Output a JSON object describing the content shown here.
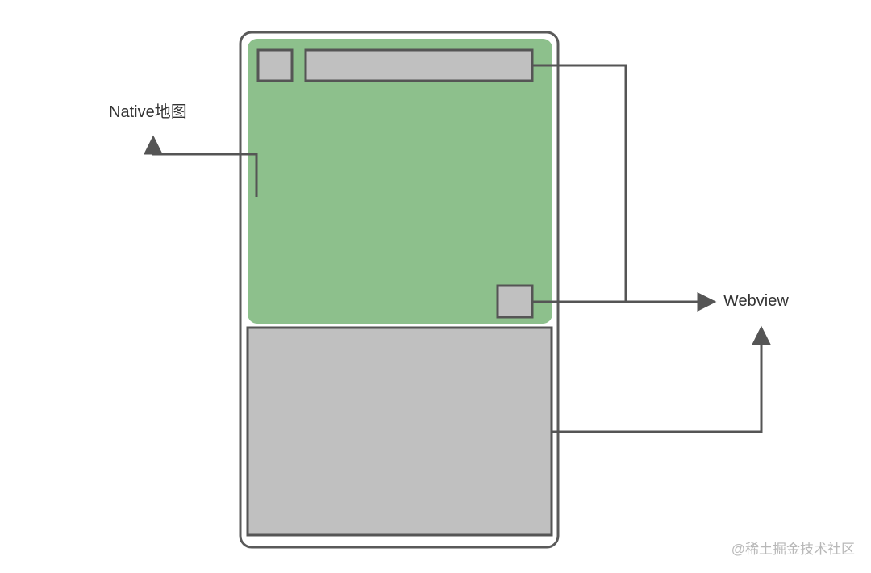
{
  "labels": {
    "native_map": "Native地图",
    "webview": "Webview"
  },
  "watermark": "@稀土掘金技术社区",
  "colors": {
    "outline": "#555555",
    "phone_border": "#5a5a5a",
    "map_fill": "#8dc08c",
    "webview_block_fill": "#c0c0c0",
    "label_text": "#333333",
    "watermark_text": "#b8b8b8"
  }
}
